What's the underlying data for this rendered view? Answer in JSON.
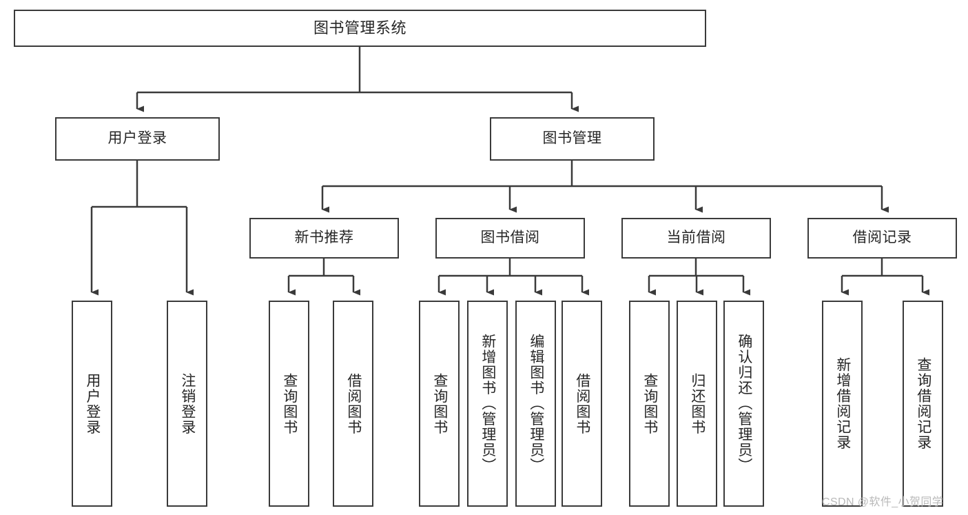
{
  "diagram": {
    "type": "tree",
    "title": "图书管理系统",
    "orientation": "top-down",
    "colors": {
      "box_border": "#3a3a3a",
      "box_fill": "#ffffff",
      "edge": "#3a3a3a",
      "text": "#262626",
      "watermark": "#b9b9b9"
    },
    "nodes": {
      "root": {
        "label": "图书管理系统"
      },
      "level1": [
        {
          "label": "用户登录"
        },
        {
          "label": "图书管理"
        }
      ],
      "level2": [
        {
          "label": "新书推荐"
        },
        {
          "label": "图书借阅"
        },
        {
          "label": "当前借阅"
        },
        {
          "label": "借阅记录"
        }
      ],
      "leaves": {
        "user_login": [
          {
            "label": "用户登录"
          },
          {
            "label": "注销登录"
          }
        ],
        "new_book_recommend": [
          {
            "label": "查询图书"
          },
          {
            "label": "借阅图书"
          }
        ],
        "book_borrow": [
          {
            "label": "查询图书"
          },
          {
            "label": "新增图书（管理员）"
          },
          {
            "label": "编辑图书（管理员）"
          },
          {
            "label": "借阅图书"
          }
        ],
        "current_borrow": [
          {
            "label": "查询图书"
          },
          {
            "label": "归还图书"
          },
          {
            "label": "确认归还（管理员）"
          }
        ],
        "borrow_record": [
          {
            "label": "新增借阅记录"
          },
          {
            "label": "查询借阅记录"
          }
        ]
      }
    },
    "watermark": "CSDN @软件_小贺同学"
  }
}
